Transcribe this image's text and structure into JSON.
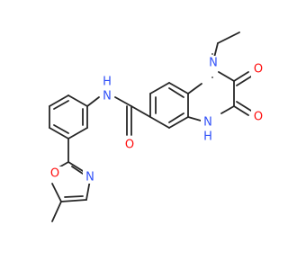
{
  "molecule": {
    "atoms": {
      "n1": {
        "symbol": "N"
      },
      "n4": {
        "symbol": "N"
      },
      "h4": {
        "symbol": "H"
      },
      "o_top": {
        "symbol": "O"
      },
      "o_mid": {
        "symbol": "O"
      },
      "o_amide": {
        "symbol": "O"
      },
      "n_amide": {
        "symbol": "N"
      },
      "h_amide": {
        "symbol": "H"
      },
      "n_ox": {
        "symbol": "N"
      },
      "o_ox": {
        "symbol": "O"
      }
    }
  },
  "colors": {
    "carbon": "#262626",
    "nitrogen": "#3050f8",
    "oxygen": "#ff0d0d",
    "background": "#ffffff"
  }
}
